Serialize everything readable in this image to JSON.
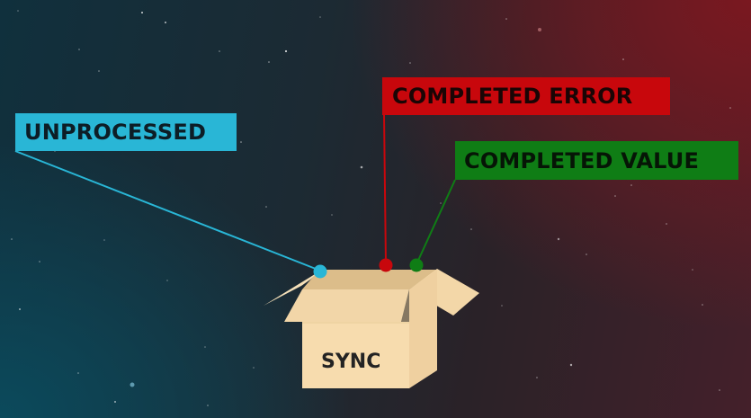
{
  "labels": {
    "unprocessed": "UNPROCESSED",
    "completed_error": "COMPLETED ERROR",
    "completed_value": "COMPLETED VALUE"
  },
  "box": {
    "text": "SYNC"
  },
  "colors": {
    "unprocessed": "#29b6d6",
    "completed_error": "#c8070c",
    "completed_value": "#0f7d15",
    "box_front": "#f7dcae",
    "box_side": "#efd0a0",
    "box_flap": "#f2d6a8"
  }
}
